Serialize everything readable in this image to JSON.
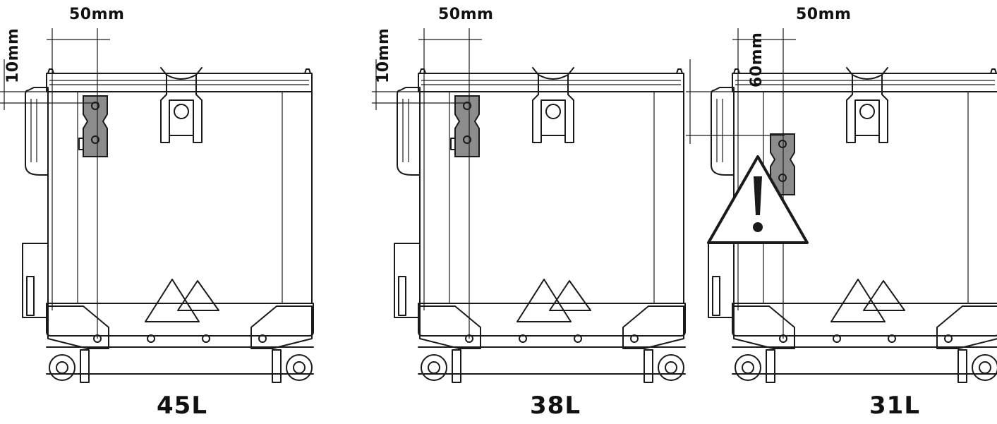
{
  "panels": [
    {
      "id": "45l",
      "capacity_label": "45L",
      "horizontal_dimension": "50mm",
      "vertical_dimension": "10mm",
      "warning": false
    },
    {
      "id": "38l",
      "capacity_label": "38L",
      "horizontal_dimension": "50mm",
      "vertical_dimension": "10mm",
      "warning": false
    },
    {
      "id": "31l",
      "capacity_label": "31L",
      "horizontal_dimension": "50mm",
      "vertical_dimension": "60mm",
      "warning": true
    }
  ],
  "colors": {
    "line": "#1a1a1a",
    "bracket_fill": "#8c8c8c",
    "background": "#ffffff"
  },
  "icons": {
    "warning": "warning-triangle-icon",
    "logo": "mountain-logo-icon"
  }
}
